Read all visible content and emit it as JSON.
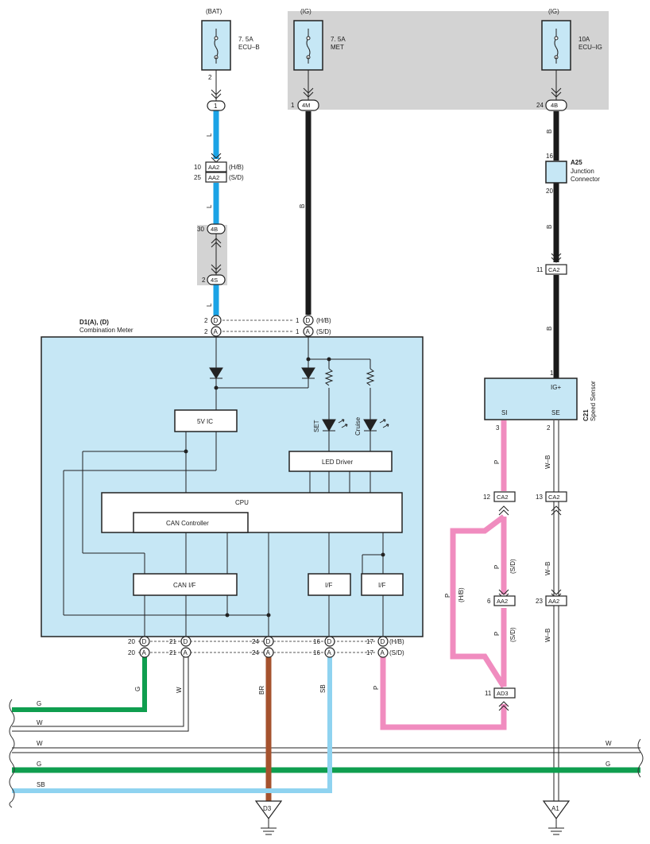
{
  "fuses": {
    "bat": {
      "source": "(BAT)",
      "rating": "7. 5A",
      "name": "ECU–B",
      "pin": "2"
    },
    "met": {
      "source": "(IG)",
      "rating": "7. 5A",
      "name": "MET"
    },
    "ecuig": {
      "source": "(IG)",
      "rating": "10A",
      "name": "ECU–IG"
    }
  },
  "connectors": {
    "c1_pin": "1",
    "aa2": "AA2",
    "aa2_hb_pin": "10",
    "aa2_sd_pin": "25",
    "hb": "(H/B)",
    "sd": "(S/D)",
    "c4b": "4B",
    "c4b_pin": "30",
    "c4s": "4S",
    "c4s_pin": "2",
    "c4m": "4M",
    "c4m_pin": "1",
    "c4b_ig_pin": "24",
    "a25_pin_top": "16",
    "a25_pin_bottom": "20",
    "a25_code": "A25",
    "a25_name1": "Junction",
    "a25_name2": "Connector",
    "ca2": "CA2",
    "ca2_pin_top": "11",
    "c21_code": "C21",
    "c21_name": "Speed Sensor",
    "c21_ig": "IG+",
    "c21_si": "SI",
    "c21_se": "SE",
    "c21_pin1": "1",
    "c21_pin3": "3",
    "c21_pin2": "2",
    "ca2_pin12": "12",
    "ca2_pin13": "13",
    "aa2_pin6": "6",
    "aa2_pin23": "23",
    "ad3": "AD3",
    "ad3_pin": "11"
  },
  "meter": {
    "code": "D1(A), (D)",
    "name": "Combination Meter",
    "pin_d": "D",
    "pin_a": "A",
    "top_left_pin": "2",
    "top_right_pin": "1",
    "bottom_pins": [
      "20",
      "21",
      "24",
      "16",
      "17"
    ],
    "ic": "5V IC",
    "led_driver": "LED Driver",
    "cpu": "CPU",
    "can_controller": "CAN Controller",
    "can_if": "CAN I/F",
    "if1": "I/F",
    "if2": "I/F",
    "set": "SET",
    "cruise": "Cruise"
  },
  "wires": {
    "l": "L",
    "b": "B",
    "p": "P",
    "wb": "W–B",
    "g": "G",
    "w": "W",
    "br": "BR",
    "sb": "SB",
    "p_hb": "(H/B)",
    "p_sd": "(S/D)"
  },
  "grounds": {
    "d3": "D3",
    "a1": "A1"
  },
  "colors": {
    "L": "#1aa3e6",
    "B": "#1a1a1a",
    "P": "#f08cbf",
    "G": "#0f9e4f",
    "BR": "#a5522e",
    "SB": "#8fd3f0",
    "meter_fill": "#c6e7f5",
    "gray_band": "#d3d3d3"
  }
}
